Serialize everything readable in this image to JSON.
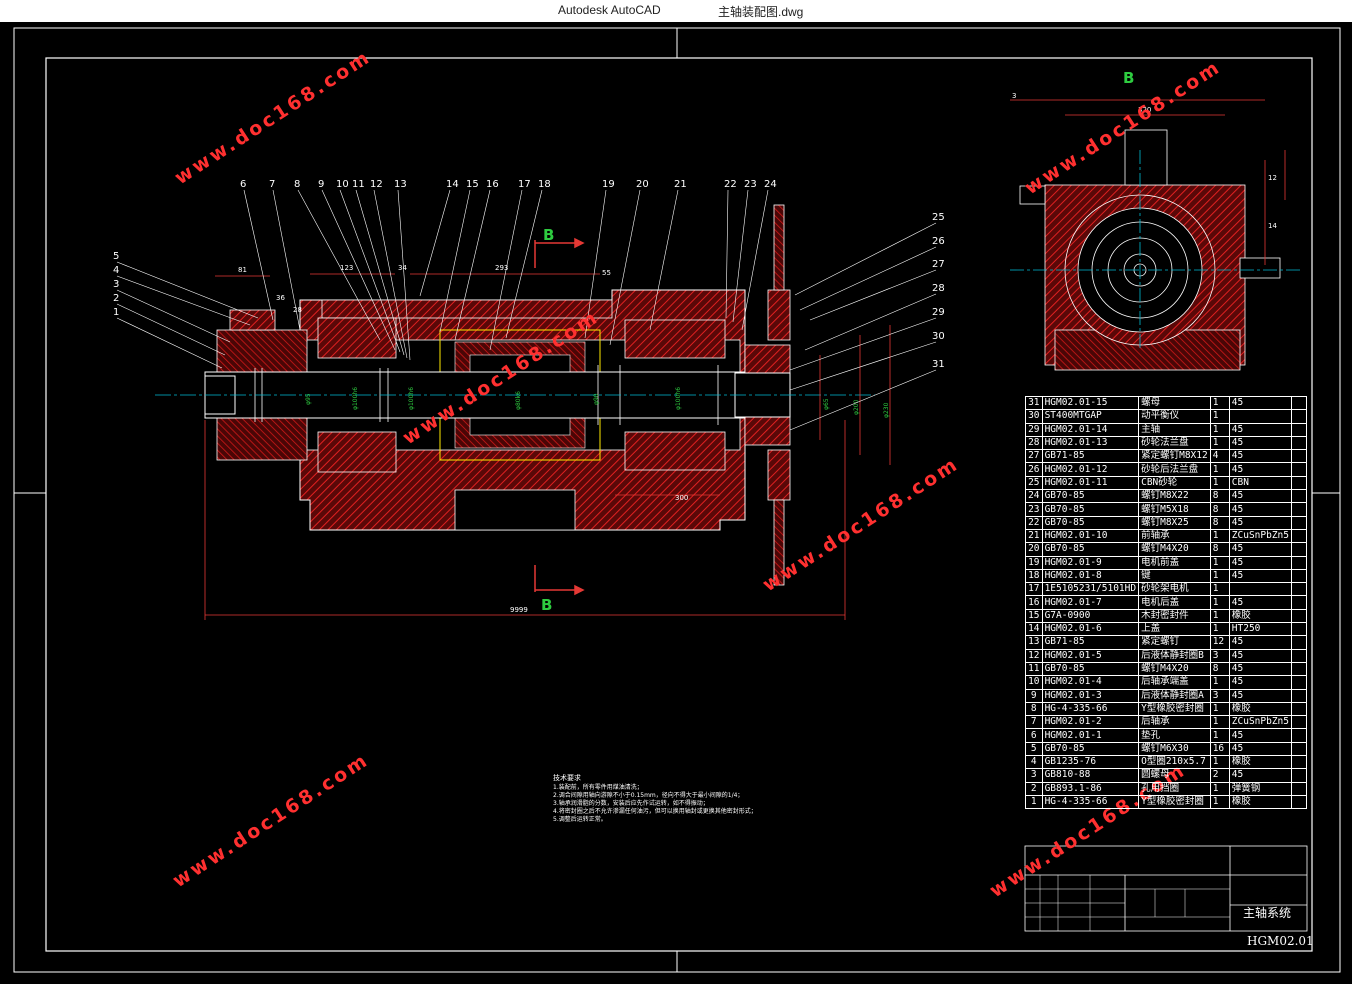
{
  "window": {
    "app_title": "Autodesk AutoCAD",
    "file_name": "主轴装配图.dwg"
  },
  "drawing": {
    "section_labels": {
      "top": "B",
      "bottom": "B",
      "side_view": "B"
    },
    "part_labels": [
      "1",
      "2",
      "3",
      "4",
      "5",
      "6",
      "7",
      "8",
      "9",
      "10",
      "11",
      "12",
      "13",
      "14",
      "15",
      "16",
      "17",
      "18",
      "19",
      "20",
      "21",
      "22",
      "23",
      "24",
      "25",
      "26",
      "27",
      "28",
      "29",
      "30",
      "31"
    ],
    "dimensions": {
      "d81": "81",
      "d36": "36",
      "d28": "28",
      "d123": "123",
      "d34": "34",
      "d293": "293",
      "d55": "55",
      "d300": "300",
      "d9999": "9999",
      "side_320": "320",
      "side_12": "12",
      "side_14": "14",
      "side_3": "3"
    },
    "watermark": "www.doc168.com"
  },
  "technical_notes": {
    "title": "技术要求",
    "lines": [
      "1.装配前，所有零件用煤油清洗；",
      "2.调合间隙用轴向游隙不小于0.15mm，径向不得大于最小间隙的1/4；",
      "3.轴承润滑脂的分数，安装后应先作试运转，如不得振动；",
      "4.将密封圈之后不允许渗漏任何油污，但可以换用轴封或更换其他密封形式；",
      "5.调整后运转正常。"
    ]
  },
  "bom": [
    {
      "no": "31",
      "code": "HGM02.01-15",
      "name": "螺母",
      "qty": "1",
      "material": "45",
      "note": ""
    },
    {
      "no": "30",
      "code": "ST400MTGAP",
      "name": "动平衡仪",
      "qty": "1",
      "material": "",
      "note": ""
    },
    {
      "no": "29",
      "code": "HGM02.01-14",
      "name": "主轴",
      "qty": "1",
      "material": "45",
      "note": ""
    },
    {
      "no": "28",
      "code": "HGM02.01-13",
      "name": "砂轮法兰盘",
      "qty": "1",
      "material": "45",
      "note": ""
    },
    {
      "no": "27",
      "code": "GB71-85",
      "name": "紧定螺钉M8X12",
      "qty": "4",
      "material": "45",
      "note": ""
    },
    {
      "no": "26",
      "code": "HGM02.01-12",
      "name": "砂轮后法兰盘",
      "qty": "1",
      "material": "45",
      "note": ""
    },
    {
      "no": "25",
      "code": "HGM02.01-11",
      "name": "CBN砂轮",
      "qty": "1",
      "material": "CBN",
      "note": ""
    },
    {
      "no": "24",
      "code": "GB70-85",
      "name": "螺钉M8X22",
      "qty": "8",
      "material": "45",
      "note": ""
    },
    {
      "no": "23",
      "code": "GB70-85",
      "name": "螺钉M5X18",
      "qty": "8",
      "material": "45",
      "note": ""
    },
    {
      "no": "22",
      "code": "GB70-85",
      "name": "螺钉M8X25",
      "qty": "8",
      "material": "45",
      "note": ""
    },
    {
      "no": "21",
      "code": "HGM02.01-10",
      "name": "前轴承",
      "qty": "1",
      "material": "ZCuSnPbZn5",
      "note": ""
    },
    {
      "no": "20",
      "code": "GB70-85",
      "name": "螺钉M4X20",
      "qty": "8",
      "material": "45",
      "note": ""
    },
    {
      "no": "19",
      "code": "HGM02.01-9",
      "name": "电机前盖",
      "qty": "1",
      "material": "45",
      "note": ""
    },
    {
      "no": "18",
      "code": "HGM02.01-8",
      "name": "键",
      "qty": "1",
      "material": "45",
      "note": ""
    },
    {
      "no": "17",
      "code": "1E5105231/5101HD",
      "name": "砂轮架电机",
      "qty": "1",
      "material": "",
      "note": ""
    },
    {
      "no": "16",
      "code": "HGM02.01-7",
      "name": "电机后盖",
      "qty": "1",
      "material": "45",
      "note": ""
    },
    {
      "no": "15",
      "code": "G7A-0900",
      "name": "木封密封件",
      "qty": "1",
      "material": "橡胶",
      "note": ""
    },
    {
      "no": "14",
      "code": "HGM02.01-6",
      "name": "上盖",
      "qty": "1",
      "material": "HT250",
      "note": ""
    },
    {
      "no": "13",
      "code": "GB71-85",
      "name": "紧定螺钉",
      "qty": "12",
      "material": "45",
      "note": ""
    },
    {
      "no": "12",
      "code": "HGM02.01-5",
      "name": "后液体静封圈B",
      "qty": "3",
      "material": "45",
      "note": ""
    },
    {
      "no": "11",
      "code": "GB70-85",
      "name": "螺钉M4X20",
      "qty": "8",
      "material": "45",
      "note": ""
    },
    {
      "no": "10",
      "code": "HGM02.01-4",
      "name": "后轴承端盖",
      "qty": "1",
      "material": "45",
      "note": ""
    },
    {
      "no": "9",
      "code": "HGM02.01-3",
      "name": "后液体静封圈A",
      "qty": "3",
      "material": "45",
      "note": ""
    },
    {
      "no": "8",
      "code": "HG-4-335-66",
      "name": "Y型橡胶密封圈",
      "qty": "1",
      "material": "橡胶",
      "note": ""
    },
    {
      "no": "7",
      "code": "HGM02.01-2",
      "name": "后轴承",
      "qty": "1",
      "material": "ZCuSnPbZn5",
      "note": ""
    },
    {
      "no": "6",
      "code": "HGM02.01-1",
      "name": "垫孔",
      "qty": "1",
      "material": "45",
      "note": ""
    },
    {
      "no": "5",
      "code": "GB70-85",
      "name": "螺钉M6X30",
      "qty": "16",
      "material": "45",
      "note": ""
    },
    {
      "no": "4",
      "code": "GB1235-76",
      "name": "O型圈210x5.7",
      "qty": "1",
      "material": "橡胶",
      "note": ""
    },
    {
      "no": "3",
      "code": "GB810-88",
      "name": "圆螺母",
      "qty": "2",
      "material": "45",
      "note": ""
    },
    {
      "no": "2",
      "code": "GB893.1-86",
      "name": "孔用挡圈",
      "qty": "1",
      "material": "弹簧钢",
      "note": ""
    },
    {
      "no": "1",
      "code": "HG-4-335-66",
      "name": "Y型橡胶密封圈",
      "qty": "1",
      "material": "橡胶",
      "note": ""
    }
  ],
  "title_block": {
    "name": "主轴系统",
    "code": "HGM02.01"
  },
  "colors": {
    "background": "#000000",
    "line": "#ffffff",
    "section_hatch": "#c41010",
    "center_line": "#00bcd4",
    "dimension": "#e53935",
    "dim_text": "#2ecc40",
    "watermark": "#ff2a2a"
  }
}
